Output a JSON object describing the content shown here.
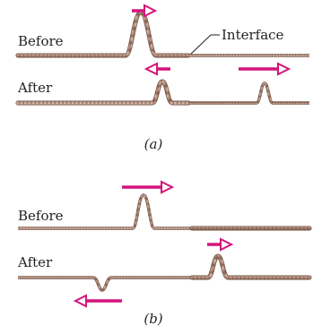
{
  "panel_a": {
    "caption": "(a)",
    "before_label": "Before",
    "after_label": "After",
    "interface_label": "Interface"
  },
  "panel_b": {
    "caption": "(b)",
    "before_label": "Before",
    "after_label": "After"
  },
  "colors": {
    "rope": "#b08c78",
    "rope_edge": "#6e4f40",
    "arrow": "#d4147a",
    "text": "#231f20"
  }
}
